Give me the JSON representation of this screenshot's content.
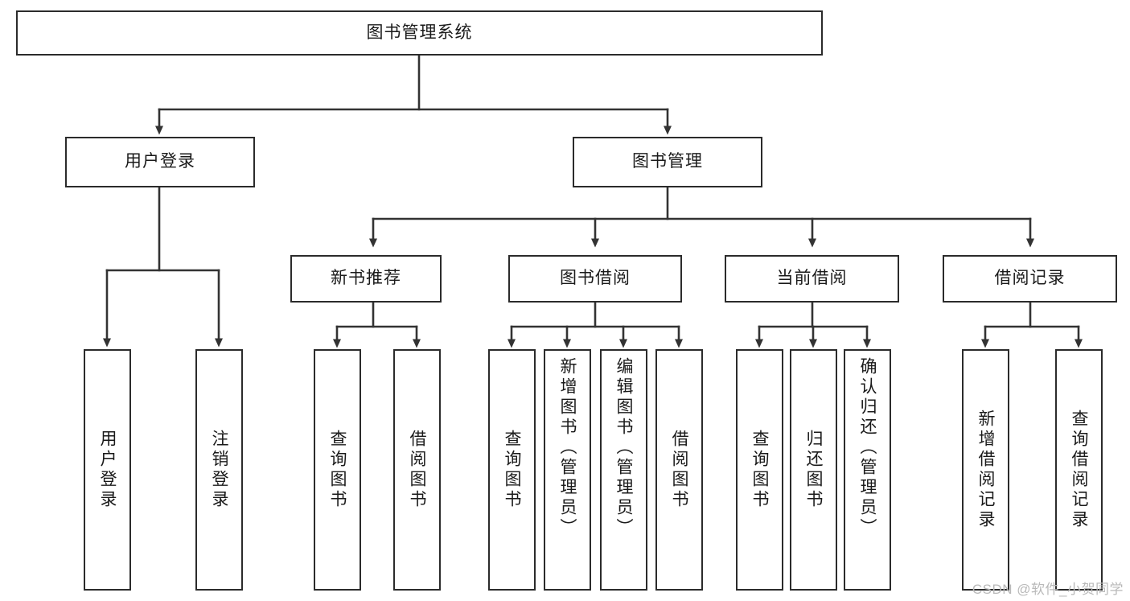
{
  "diagram": {
    "type": "tree",
    "title": "图书管理系统",
    "orientation": "top-down",
    "levels": 4,
    "nodes": {
      "root": {
        "label": "图书管理系统"
      },
      "level2": [
        {
          "label": "用户登录"
        },
        {
          "label": "图书管理"
        }
      ],
      "level3": [
        {
          "label": "新书推荐"
        },
        {
          "label": "图书借阅"
        },
        {
          "label": "当前借阅"
        },
        {
          "label": "借阅记录"
        }
      ],
      "leaves": {
        "user_login": [
          {
            "label": "用户登录"
          },
          {
            "label": "注销登录"
          }
        ],
        "new_book_recommend": [
          {
            "label": "查询图书"
          },
          {
            "label": "借阅图书"
          }
        ],
        "book_borrow": [
          {
            "label": "查询图书"
          },
          {
            "label": "新增图书（管理员）"
          },
          {
            "label": "编辑图书（管理员）"
          },
          {
            "label": "借阅图书"
          }
        ],
        "current_borrow": [
          {
            "label": "查询图书"
          },
          {
            "label": "归还图书"
          },
          {
            "label": "确认归还（管理员）"
          }
        ],
        "borrow_record": [
          {
            "label": "新增借阅记录"
          },
          {
            "label": "查询借阅记录"
          }
        ]
      }
    },
    "colors": {
      "box_border": "#2b2b2b",
      "box_fill": "#ffffff",
      "connector": "#333333",
      "text": "#1a1a1a",
      "watermark": "#b9b9b9",
      "background": "#ffffff"
    }
  },
  "watermark": {
    "text": "CSDN @软件_小贺同学"
  }
}
